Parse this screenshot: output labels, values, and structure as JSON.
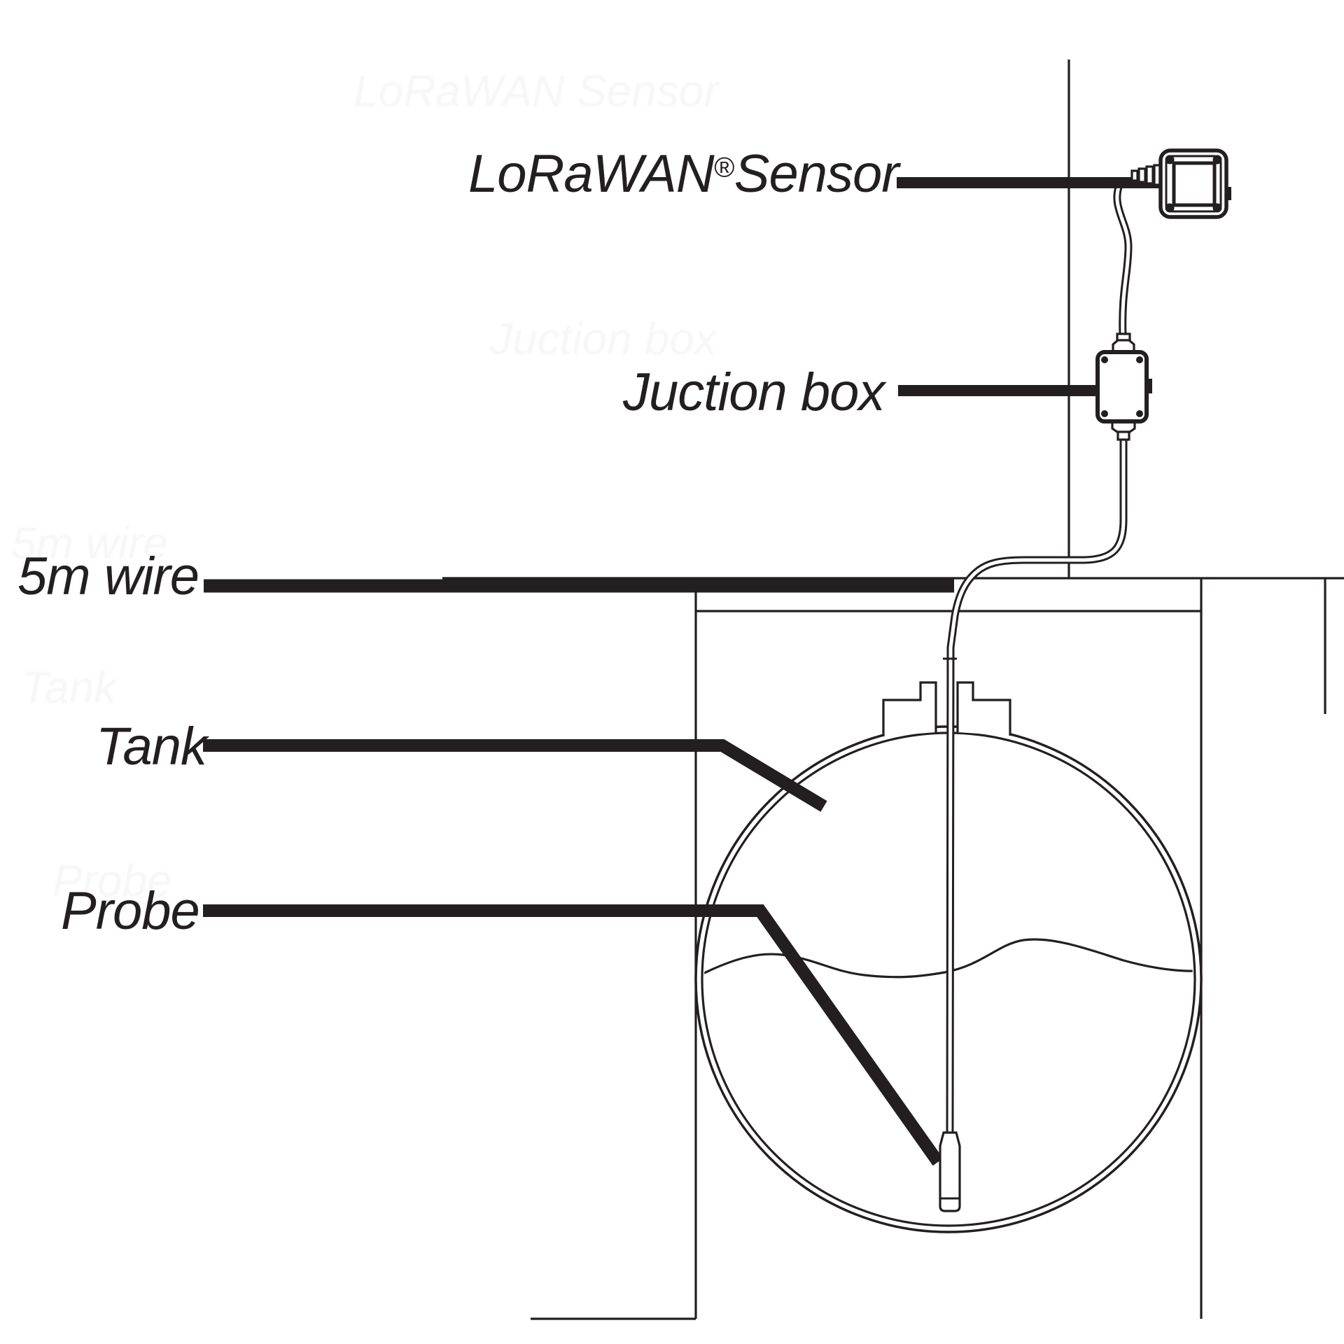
{
  "colors": {
    "ink": "#231f20",
    "background": "#ffffff"
  },
  "labels": {
    "sensor_pre": "LoRaWAN",
    "sensor_reg": "®",
    "sensor_post": "Sensor",
    "junction_box": "Juction box",
    "wire": "5m wire",
    "tank": "Tank",
    "probe": "Probe"
  },
  "ghosts": [
    "LoRaWAN Sensor",
    "Juction box",
    "5m wire",
    "Tank",
    "Probe"
  ],
  "diagram_parts": [
    "lorawan-sensor-device",
    "junction-box-device",
    "connecting-cable",
    "ground-line",
    "wall-line",
    "underground-pit",
    "spherical-tank",
    "liquid-level",
    "probe-device"
  ]
}
